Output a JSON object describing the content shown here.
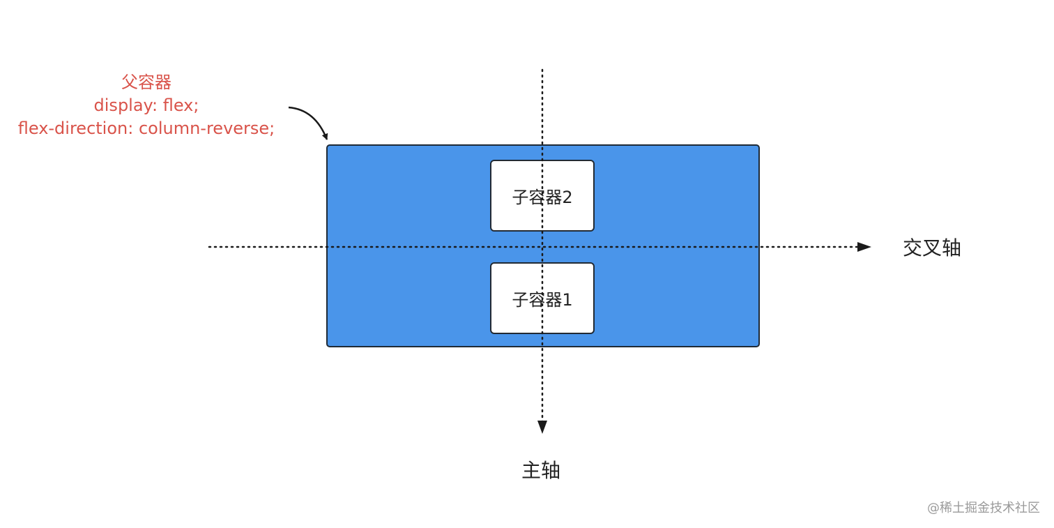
{
  "annotation": {
    "line1": "父容器",
    "line2": "display: flex;",
    "line3": "flex-direction: column-reverse;"
  },
  "children": [
    {
      "label": "子容器2"
    },
    {
      "label": "子容器1"
    }
  ],
  "axes": {
    "cross_axis_label": "交叉轴",
    "main_axis_label": "主轴"
  },
  "watermark": "@稀土掘金技术社区",
  "colors": {
    "annotation": "#d9534a",
    "parent_fill": "#4a95ea",
    "child_fill": "#ffffff",
    "border": "#1f2a36",
    "axis_line": "#1a1a1a"
  }
}
